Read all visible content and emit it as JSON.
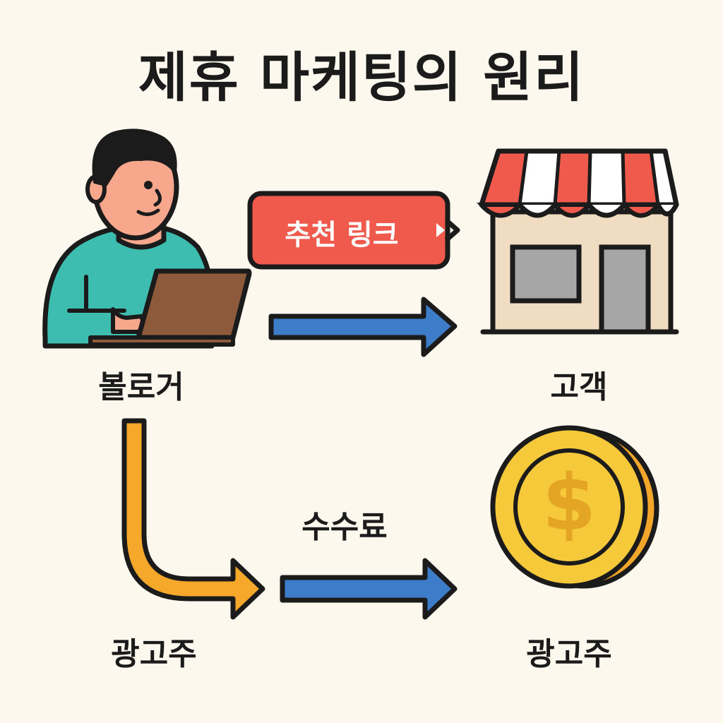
{
  "title": "제휴 마케팅의 원리",
  "nodes": {
    "blogger": "볼로거",
    "customer": "고객",
    "advertiser_left": "광고주",
    "advertiser_right": "광고주"
  },
  "edges": {
    "referral_link": "추천 링크",
    "commission": "수수료"
  },
  "colors": {
    "background": "#fcf8ee",
    "link_badge": "#ef5a4c",
    "flow_arrow": "#3d7cc9",
    "return_arrow": "#f6a82a",
    "coin": "#f6c93a",
    "shirt": "#3dbdb0",
    "laptop": "#8d5a3b",
    "awning_red": "#ef5a4c"
  },
  "icons": [
    "person-with-laptop-icon",
    "storefront-icon",
    "dollar-coin-icon"
  ]
}
